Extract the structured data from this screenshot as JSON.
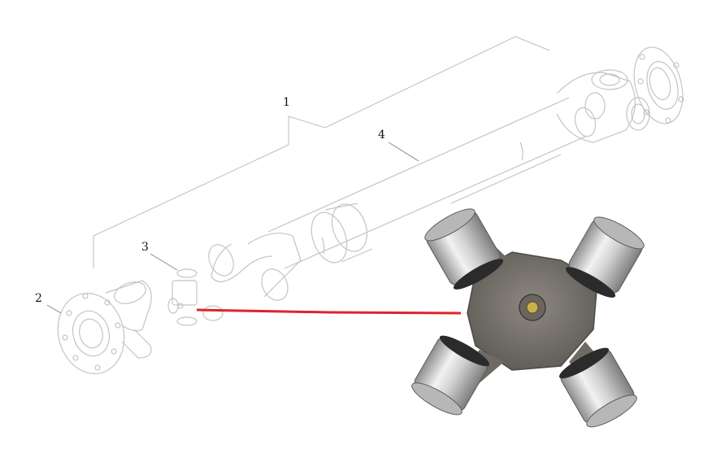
{
  "callouts": [
    {
      "id": "1",
      "text": "1"
    },
    {
      "id": "2",
      "text": "2"
    },
    {
      "id": "3",
      "text": "3"
    },
    {
      "id": "4",
      "text": "4"
    }
  ],
  "colors": {
    "line_art": "#bdbdbd",
    "leader_line": "#555555",
    "highlight_connector": "#e0232b",
    "metal_cap": "#c9c9c9",
    "forged_body": "#7a766f"
  },
  "icons": [
    "drive-shaft-drawing",
    "universal-joint-cross-photo"
  ]
}
